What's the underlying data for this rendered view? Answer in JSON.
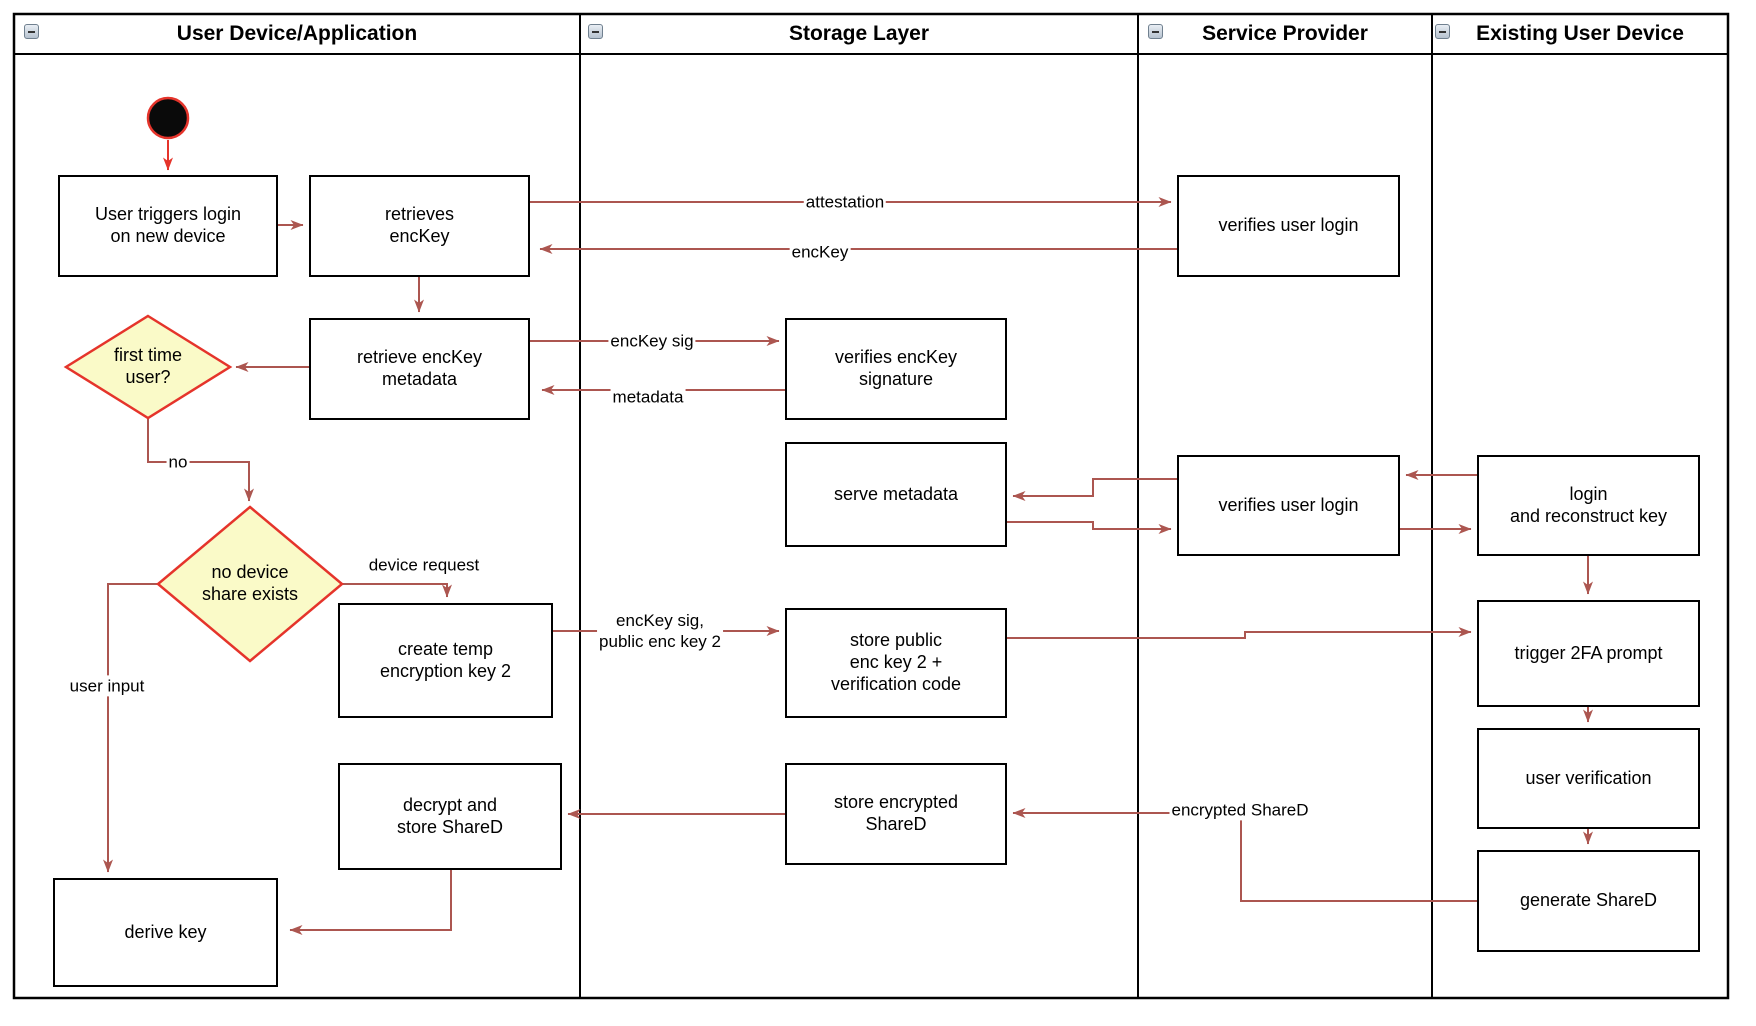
{
  "lanes": [
    {
      "title": "User Device/Application"
    },
    {
      "title": "Storage Layer"
    },
    {
      "title": "Service Provider"
    },
    {
      "title": "Existing User Device"
    }
  ],
  "nodes": {
    "user_triggers": {
      "text": "User triggers login\non new device"
    },
    "retrieves_enckey": {
      "text": "retrieves\nencKey"
    },
    "verifies_user_login_top": {
      "text": "verifies user login"
    },
    "retrieve_enckey_metadata": {
      "text": "retrieve encKey\nmetadata"
    },
    "first_time_user": {
      "text": "first time\nuser?"
    },
    "verifies_enckey_signature": {
      "text": "verifies encKey\nsignature"
    },
    "serve_metadata": {
      "text": "serve metadata"
    },
    "verifies_user_login_mid": {
      "text": "verifies user login"
    },
    "login_reconstruct": {
      "text": "login\nand reconstruct key"
    },
    "no_device_share": {
      "text": "no device\nshare exists"
    },
    "create_temp_key": {
      "text": "create temp\nencryption key 2"
    },
    "store_public_key": {
      "text": "store public\nenc key 2 +\nverification code"
    },
    "trigger_2fa": {
      "text": "trigger 2FA prompt"
    },
    "user_verification": {
      "text": "user verification"
    },
    "generate_shared": {
      "text": "generate ShareD"
    },
    "decrypt_store_shared": {
      "text": "decrypt and\nstore ShareD"
    },
    "store_encrypted_shared": {
      "text": "store encrypted\nShareD"
    },
    "derive_key": {
      "text": "derive key"
    }
  },
  "edge_labels": {
    "attestation": "attestation",
    "enckey": "encKey",
    "enckey_sig": "encKey sig",
    "metadata": "metadata",
    "no": "no",
    "device_request": "device request",
    "user_input": "user input",
    "enckey_sig_public": "encKey sig,\npublic enc key 2",
    "encrypted_shared": "encrypted ShareD"
  },
  "colors": {
    "edge": "#AC5650",
    "accent_red": "#E5342B",
    "diamond_fill": "#FAFAC8",
    "node_border": "#000000"
  }
}
